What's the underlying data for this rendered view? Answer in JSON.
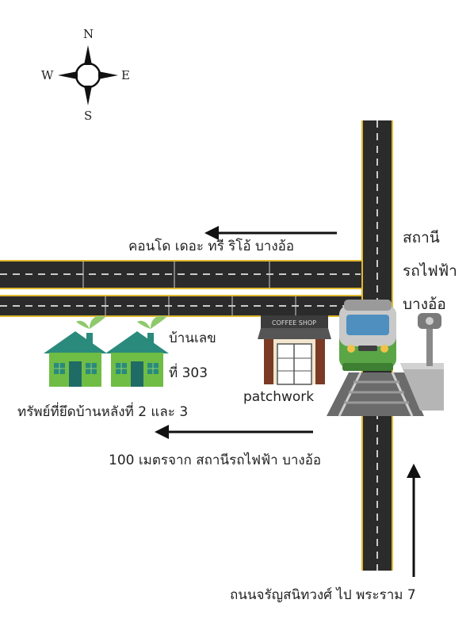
{
  "compass": {
    "north": "N",
    "south": "S",
    "east": "E",
    "west": "W"
  },
  "labels": {
    "condo": "คอนโด เดอะ ทรี ริโอ้ บางอ้อ",
    "station_line1": "สถานี",
    "station_line2": "รถไฟฟ้า",
    "station_line3": "บางอ้อ",
    "house_no_line1": "บ้านเลข",
    "house_no_line2": "ที่ 303",
    "cafe": "patchwork",
    "coffee_sign": "COFFEE SHOP",
    "property": "ทรัพย์ที่ยึดบ้านหลังที่ 2 และ 3",
    "distance": "100 เมตรจาก สถานีรถไฟฟ้า บางอ้อ",
    "road": "ถนนจรัญสนิทวงศ์ ไป พระราม 7"
  },
  "colors": {
    "road": "#2b2b2b",
    "road_edge": "#e0b82f",
    "house_green": "#6fbd44",
    "roof_teal": "#2a8a7b",
    "train_green": "#5aa646",
    "leaf": "#8fc96b"
  }
}
